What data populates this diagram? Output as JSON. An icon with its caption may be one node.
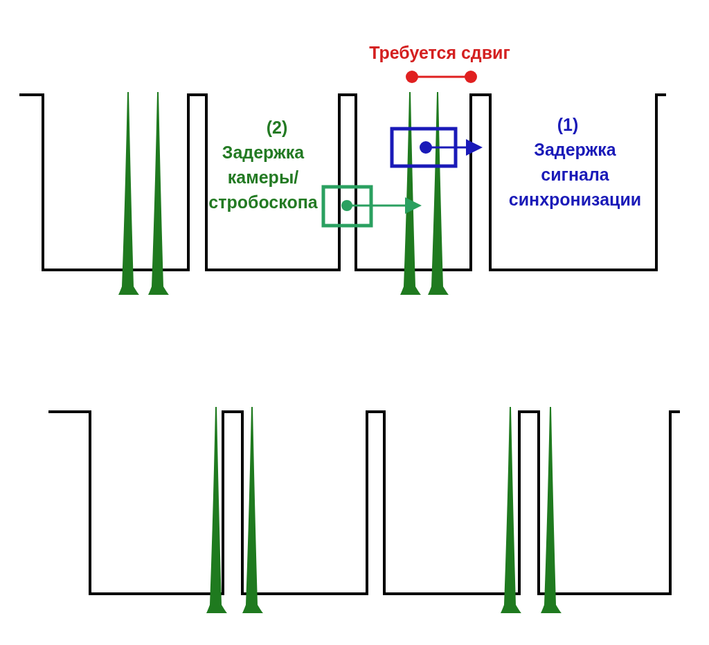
{
  "diagram": {
    "labels": [
      "Требуется сдвиг",
      "(2)",
      "Задержка камеры/ стробоскопа",
      "(1)",
      "Задержка сигнала синхронизации"
    ]
  }
}
